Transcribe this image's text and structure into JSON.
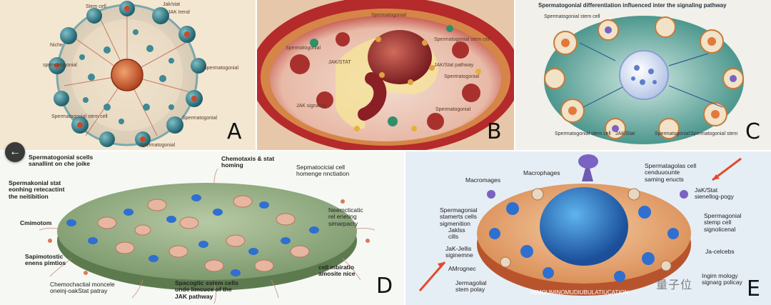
{
  "panels": {
    "A": {
      "letter": "A",
      "labels": [
        "Stem cell",
        "Jak/stat",
        "JAK trend",
        "Niche",
        "spermatogonial",
        "Spermatogonial",
        "Spermatogonial stem cell",
        "Spermatogonial",
        "Spermatogonial"
      ]
    },
    "B": {
      "letter": "B",
      "labels": [
        "Spermatogonial stem cell",
        "JAK/STAT",
        "JAK/Stat pathway",
        "Spermatogonial",
        "Spermatogonial",
        "JAK signaling",
        "Spermatogonial",
        "Spermatogonial"
      ]
    },
    "C": {
      "letter": "C",
      "title": "Spermatogonial differentiation influenced inter the signaling pathway",
      "labels": [
        "Spermatogonial stem cell",
        "Spermatogonial stem cell",
        "Spermatogonial",
        "JAK/Stat",
        "Spermatogonial stem"
      ]
    },
    "D": {
      "letter": "D",
      "labels": [
        "Spermatogonial scells\nsanallint on che joike",
        "Chemotaxis & stat\nhoming",
        "Sepmatocicial cell\nhomenge nnctiation",
        "Spermakonial stat\neonhing retecactint\nthe neitibition",
        "Cmimotom",
        "Neemcticatic\nrel eneting\nsimarpacty",
        "Sapimotostic\nenens pimtios",
        "cell mbiratio\namosite nice",
        "Chemochactial moncele\noneinj-oakStat patray",
        "Spacogtic sstem cells\nunde limcuce of the\nJAK pathway"
      ]
    },
    "E": {
      "letter": "E",
      "labels": [
        "Macrophages",
        "Spermatagolas cell\ncenduuounte\nsaming enucts",
        "Macromages",
        "JaK/Stat\nsienellog-pogy",
        "Spermagonial\nstamerts cells\nsigmenition",
        "Spermagonial\nstemp cell\nsignolicenal",
        "Jaklss\ncills",
        "JaK-Jellis\nsiginemne",
        "Ja-celcebs",
        "AMrognec",
        "Ingim mology\nsignarg policay",
        "Jermagolial\nstem polay",
        "IMMOUMINOMUDIUBULATIUCATION"
      ]
    }
  },
  "nav": {
    "back_icon": "←"
  },
  "watermark": "量子位"
}
